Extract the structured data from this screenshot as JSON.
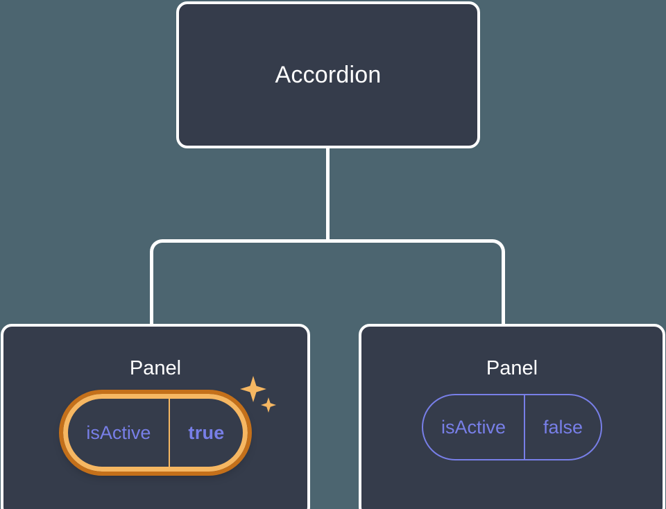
{
  "theme": {
    "background": "#4c6570",
    "card_fill": "#353c4b",
    "card_border": "#ffffff",
    "edge_color": "#ffffff",
    "prop_text": "#787fe8",
    "highlight_inner": "#f6b762",
    "highlight_outer": "#c4701a",
    "title_text": "#ffffff"
  },
  "tree": {
    "root": {
      "title": "Accordion"
    },
    "children": [
      {
        "title": "Panel",
        "highlighted": true,
        "prop": {
          "name": "isActive",
          "value": "true"
        },
        "sparkle_icon": "sparkles-icon"
      },
      {
        "title": "Panel",
        "highlighted": false,
        "prop": {
          "name": "isActive",
          "value": "false"
        }
      }
    ]
  }
}
